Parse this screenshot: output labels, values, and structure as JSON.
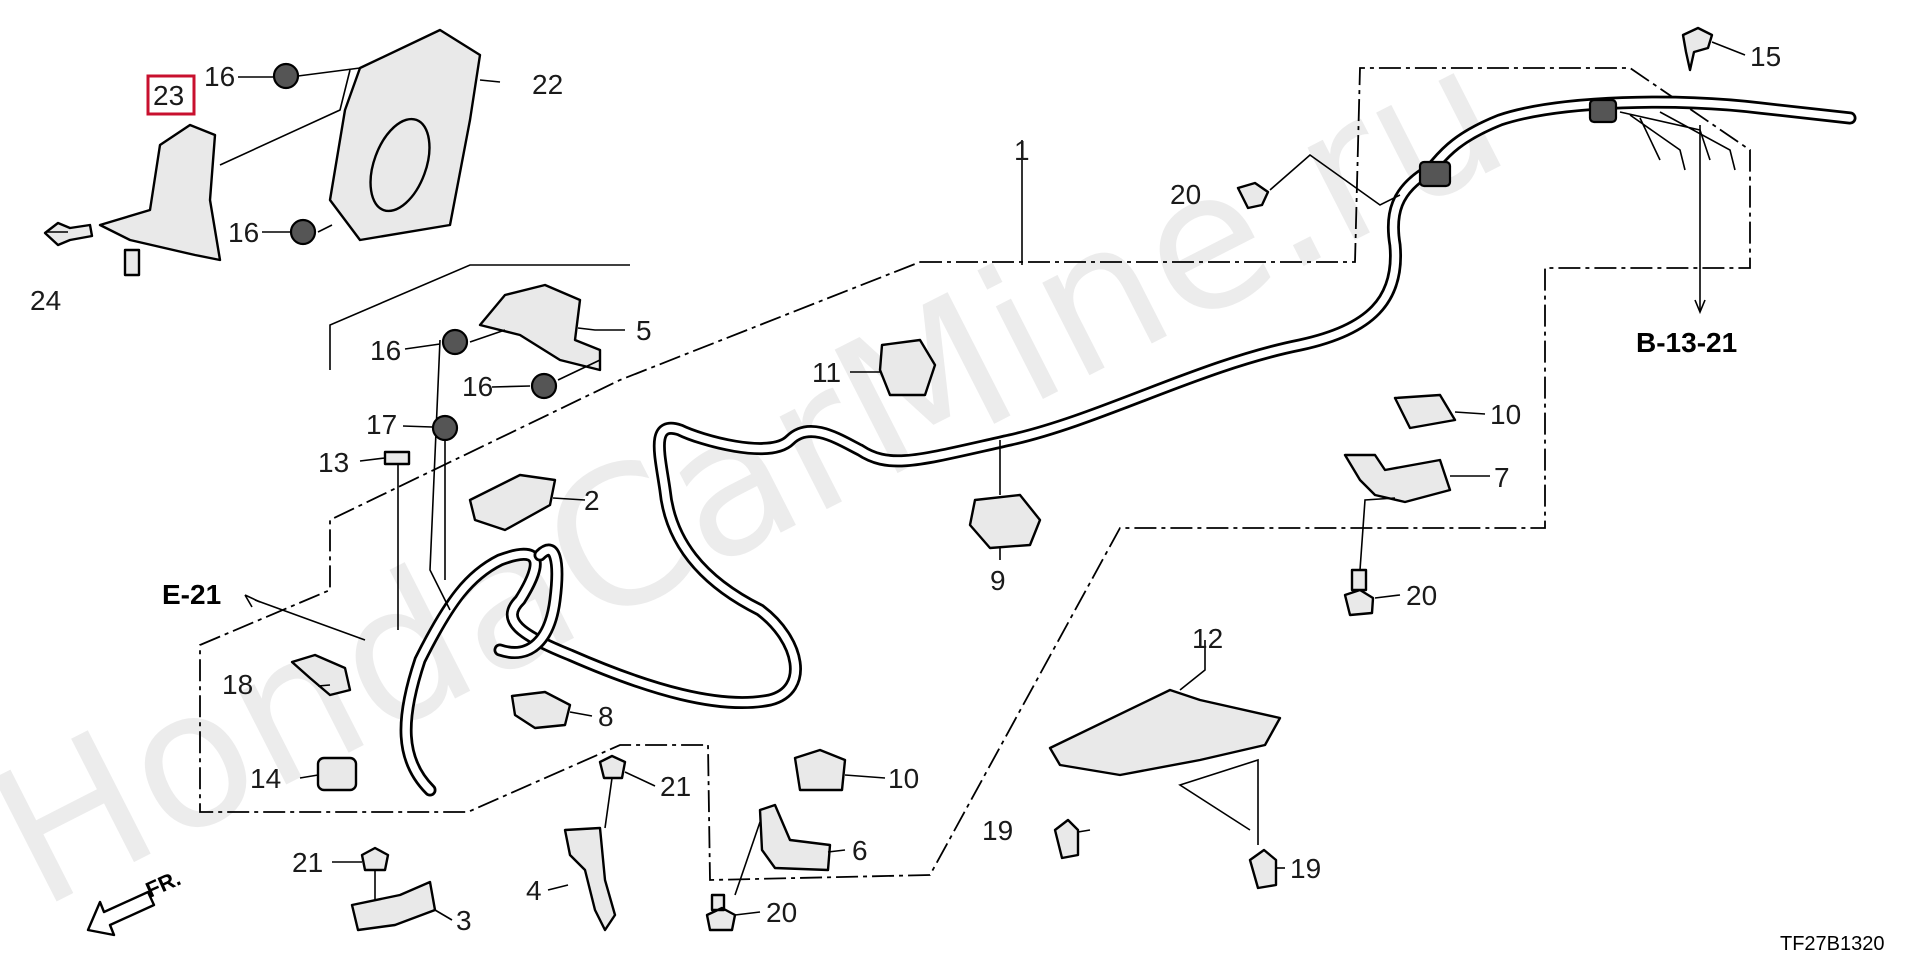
{
  "watermark": "HondaCarMine.ru",
  "diagram_code": "TF27B1320",
  "direction_label": "FR.",
  "references": {
    "b": "B-13-21",
    "e": "E-21"
  },
  "highlight_color": "#c8102e",
  "highlighted_part": "23",
  "callouts": {
    "p1": "1",
    "p2": "2",
    "p3": "3",
    "p4": "4",
    "p5": "5",
    "p6": "6",
    "p7": "7",
    "p8": "8",
    "p9": "9",
    "p10a": "10",
    "p10b": "10",
    "p11": "11",
    "p12": "12",
    "p13": "13",
    "p14": "14",
    "p15": "15",
    "p16a": "16",
    "p16b": "16",
    "p16c": "16",
    "p16d": "16",
    "p17": "17",
    "p18": "18",
    "p19a": "19",
    "p19b": "19",
    "p20a": "20",
    "p20b": "20",
    "p20c": "20",
    "p21a": "21",
    "p21b": "21",
    "p22": "22",
    "p23": "23",
    "p24": "24"
  }
}
